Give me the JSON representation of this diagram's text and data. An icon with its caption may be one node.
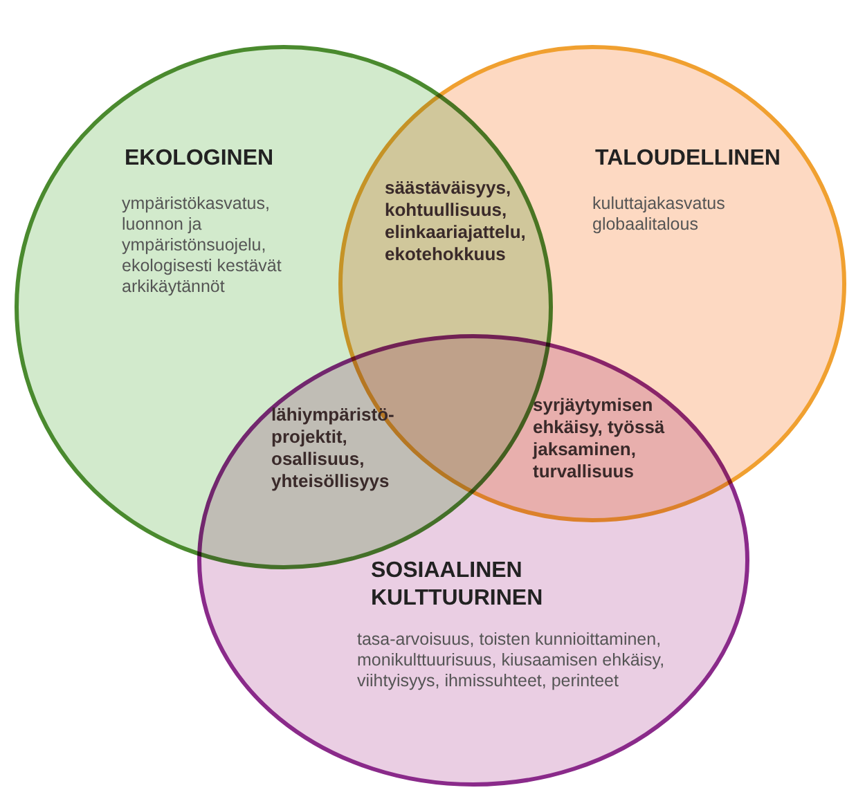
{
  "diagram": {
    "nodes": [
      {
        "text": [
          "EKOLOGINEN",
          "ympäristökasvatus, luonnon ja ympäristönsuojelu, ekologisesti kestävät arkikäytännöt"
        ]
      },
      {
        "text": [
          "TALOUDELLINEN",
          "kuluttajakasvatus globaalitalous"
        ]
      },
      {
        "text": [
          "SOSIAALINEN KULTTUURINEN",
          "tasa-arvoisuus, toisten kunnioittaminen, monikulttuurisuus, kiusaamisen ehkäisy, viihtyisyys, ihmissuhteet, perinteet"
        ]
      }
    ],
    "labels": [
      "säästäväisyys, kohtuullisuus, elinkaariajattelu, ekotehokkuus",
      "lähiympäristö-projektit, osallisuus, yhteisöllisyys",
      "syrjäytymisen ehkäisy, työssä jaksaminen, turvallisuus"
    ]
  }
}
